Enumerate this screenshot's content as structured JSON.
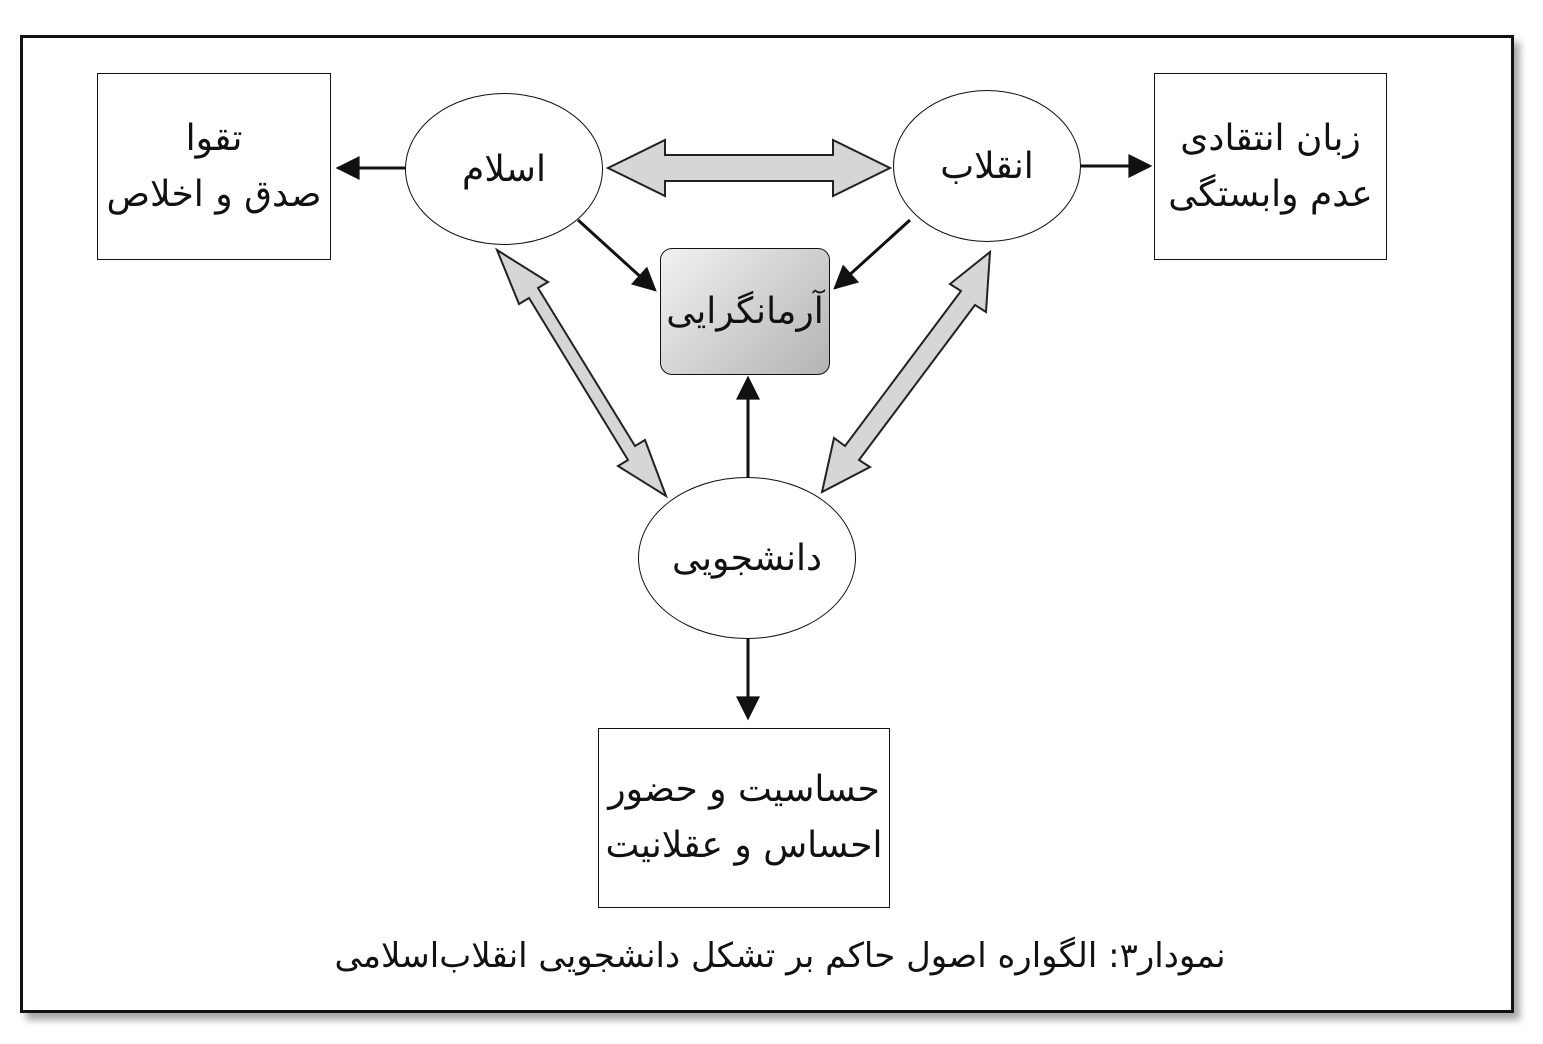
{
  "nodes": {
    "islam": "اسلام",
    "revolution": "انقلاب",
    "student": "دانشجویی",
    "idealism": "آرمانگرایی"
  },
  "boxes": {
    "left": [
      "تقوا",
      "صدق و اخلاص"
    ],
    "right": [
      "زبان انتقادی",
      "عدم وابستگی"
    ],
    "bottom": [
      "حساسیت و حضور",
      "احساس و عقلانیت"
    ]
  },
  "caption": "نمودار۳: الگواره اصول حاکم بر تشکل دانشجویی انقلاب‌اسلامی",
  "colors": {
    "line": "#111111",
    "double_arrow_fill": "#d6d6d6",
    "center_fill": "#c4c4c4"
  }
}
